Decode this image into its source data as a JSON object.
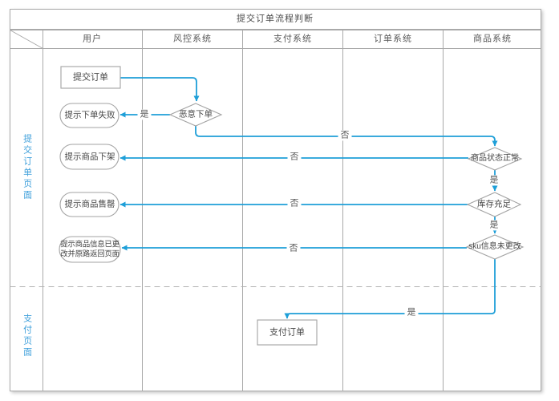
{
  "title": "提交订单流程判断",
  "lanes": [
    "用户",
    "风控系统",
    "支付系统",
    "订单系统",
    "商品系统"
  ],
  "rows": [
    "提交订单页面",
    "支付页面"
  ],
  "nodes": {
    "submit_order": "提交订单",
    "tip_order_fail": "提示下单失败",
    "malicious_order": "恶意下单",
    "tip_delisted": "提示商品下架",
    "tip_soldout": "提示商品售罄",
    "tip_changed_line1": "提示商品信息已更",
    "tip_changed_line2": "改并原路返回页面",
    "status_normal": "商品状态正常",
    "stock_enough": "库存充足",
    "sku_unchanged": "sku信息未更改",
    "pay_order": "支付订单"
  },
  "labels": {
    "yes": "是",
    "no": "否"
  },
  "colors": {
    "arrow": "#1e9fd8",
    "grid": "#a9a9a9",
    "shape_border": "#a3a3a3",
    "row_label_blue": "#3fa0db",
    "text": "#4d4d4d"
  }
}
